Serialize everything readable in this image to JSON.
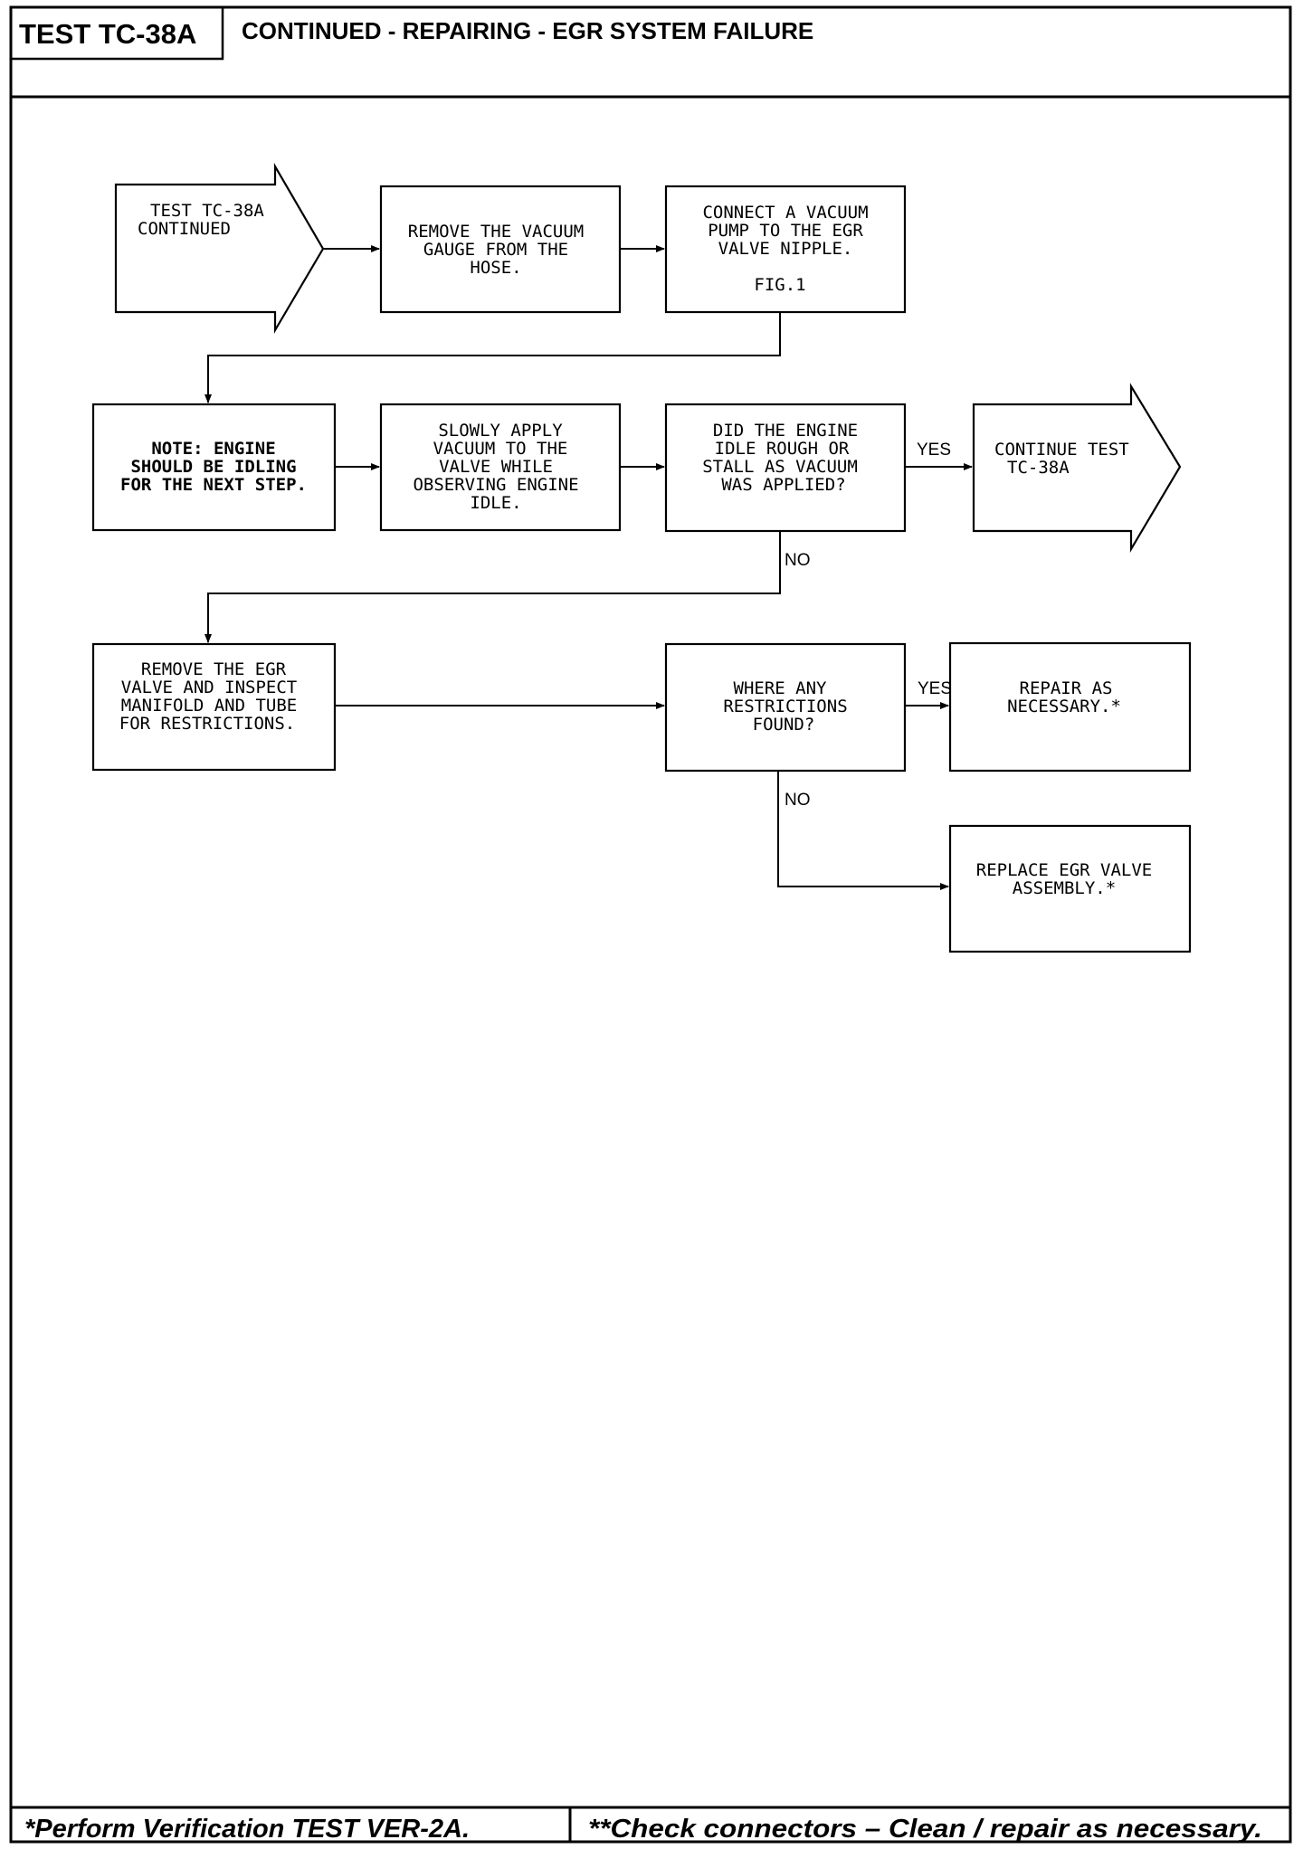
{
  "header": {
    "test_id": "TEST TC-38A",
    "title": "CONTINUED - REPAIRING - EGR SYSTEM FAILURE"
  },
  "flowchart": {
    "start": [
      "TEST TC-38A",
      "CONTINUED"
    ],
    "remove_gauge": [
      "REMOVE THE VACUUM",
      "GAUGE FROM THE",
      "HOSE."
    ],
    "connect_pump": [
      "CONNECT A VACUUM",
      "PUMP TO THE EGR",
      "VALVE NIPPLE."
    ],
    "connect_pump_fig": "FIG.1",
    "note_idle": [
      "NOTE: ENGINE",
      "SHOULD BE IDLING",
      "FOR THE NEXT STEP."
    ],
    "apply_vacuum": [
      "SLOWLY APPLY",
      "VACUUM TO THE",
      "VALVE WHILE",
      "OBSERVING ENGINE",
      "IDLE."
    ],
    "decision_idle": [
      "DID THE ENGINE",
      "IDLE ROUGH OR",
      "STALL AS VACUUM",
      "WAS APPLIED?"
    ],
    "continue_test": [
      "CONTINUE TEST",
      "TC-38A"
    ],
    "remove_valve": [
      "REMOVE THE EGR",
      "VALVE AND INSPECT",
      "MANIFOLD AND TUBE",
      "FOR RESTRICTIONS."
    ],
    "decision_restrictions": [
      "WHERE ANY",
      "RESTRICTIONS",
      "FOUND?"
    ],
    "repair": [
      "REPAIR AS",
      "NECESSARY.*"
    ],
    "replace_valve": [
      "REPLACE EGR VALVE",
      "ASSEMBLY.*"
    ],
    "labels": {
      "yes_idle": "YES",
      "no_idle": "NO",
      "yes_restrictions": "YES",
      "no_restrictions": "NO"
    }
  },
  "footer": {
    "left": "*Perform Verification TEST VER-2A.",
    "right": "**Check connectors – Clean / repair as necessary."
  }
}
